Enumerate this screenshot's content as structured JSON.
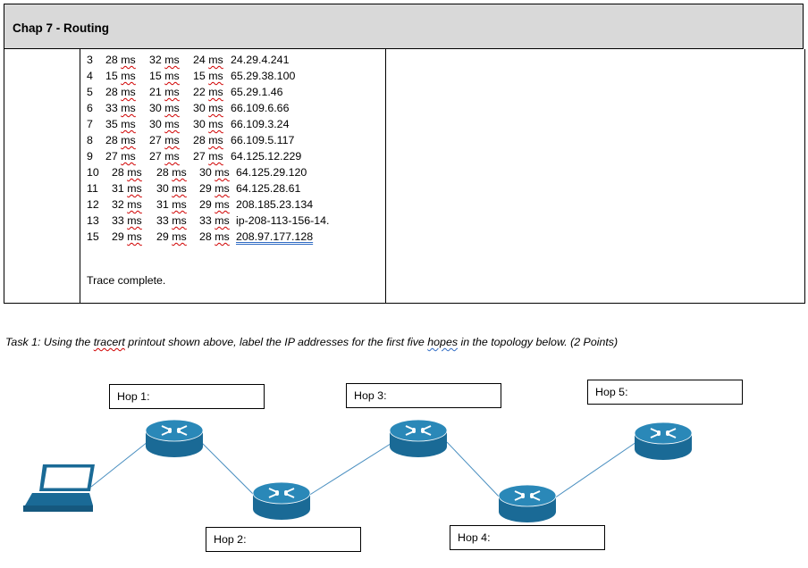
{
  "header": {
    "title": "Chap 7 - Routing"
  },
  "trace": {
    "rows": [
      {
        "hop": "3",
        "t1": "28",
        "t2": "32",
        "t3": "24",
        "ip": "24.29.4.241"
      },
      {
        "hop": "4",
        "t1": "15",
        "t2": "15",
        "t3": "15",
        "ip": "65.29.38.100"
      },
      {
        "hop": "5",
        "t1": "28",
        "t2": "21",
        "t3": "22",
        "ip": "65.29.1.46"
      },
      {
        "hop": "6",
        "t1": "33",
        "t2": "30",
        "t3": "30",
        "ip": "66.109.6.66"
      },
      {
        "hop": "7",
        "t1": "35",
        "t2": "30",
        "t3": "30",
        "ip": "66.109.3.24"
      },
      {
        "hop": "8",
        "t1": "28",
        "t2": "27",
        "t3": "28",
        "ip": "66.109.5.117"
      },
      {
        "hop": "9",
        "t1": "27",
        "t2": "27",
        "t3": "27",
        "ip": "64.125.12.229"
      },
      {
        "hop": "10",
        "t1": "28",
        "t2": "28",
        "t3": "30",
        "ip": "64.125.29.120"
      },
      {
        "hop": "11",
        "t1": "31",
        "t2": "30",
        "t3": "29",
        "ip": "64.125.28.61"
      },
      {
        "hop": "12",
        "t1": "32",
        "t2": "31",
        "t3": "29",
        "ip": "208.185.23.134"
      },
      {
        "hop": "13",
        "t1": "33",
        "t2": "33",
        "t3": "33",
        "ip": "ip-208-113-156-14."
      },
      {
        "hop": "15",
        "t1": "29",
        "t2": "29",
        "t3": "28",
        "ip": "208.97.177.128"
      }
    ],
    "unit": "ms",
    "complete_text": "Trace complete."
  },
  "task": {
    "part1": "Task 1: Using the ",
    "word_tracert": "tracert",
    "part2": " printout shown above, label the IP addresses for the first five ",
    "word_hopes": "hopes",
    "part3": " in the topology below. (2 Points)"
  },
  "hops": {
    "hop1": "Hop 1:",
    "hop2": "Hop 2:",
    "hop3": "Hop 3:",
    "hop4": "Hop 4:",
    "hop5": "Hop 5:"
  },
  "colors": {
    "device": "#1a6a96",
    "device_top": "#2a88b8",
    "link": "#4a8fc0",
    "header_bg": "#d9d9d9"
  }
}
